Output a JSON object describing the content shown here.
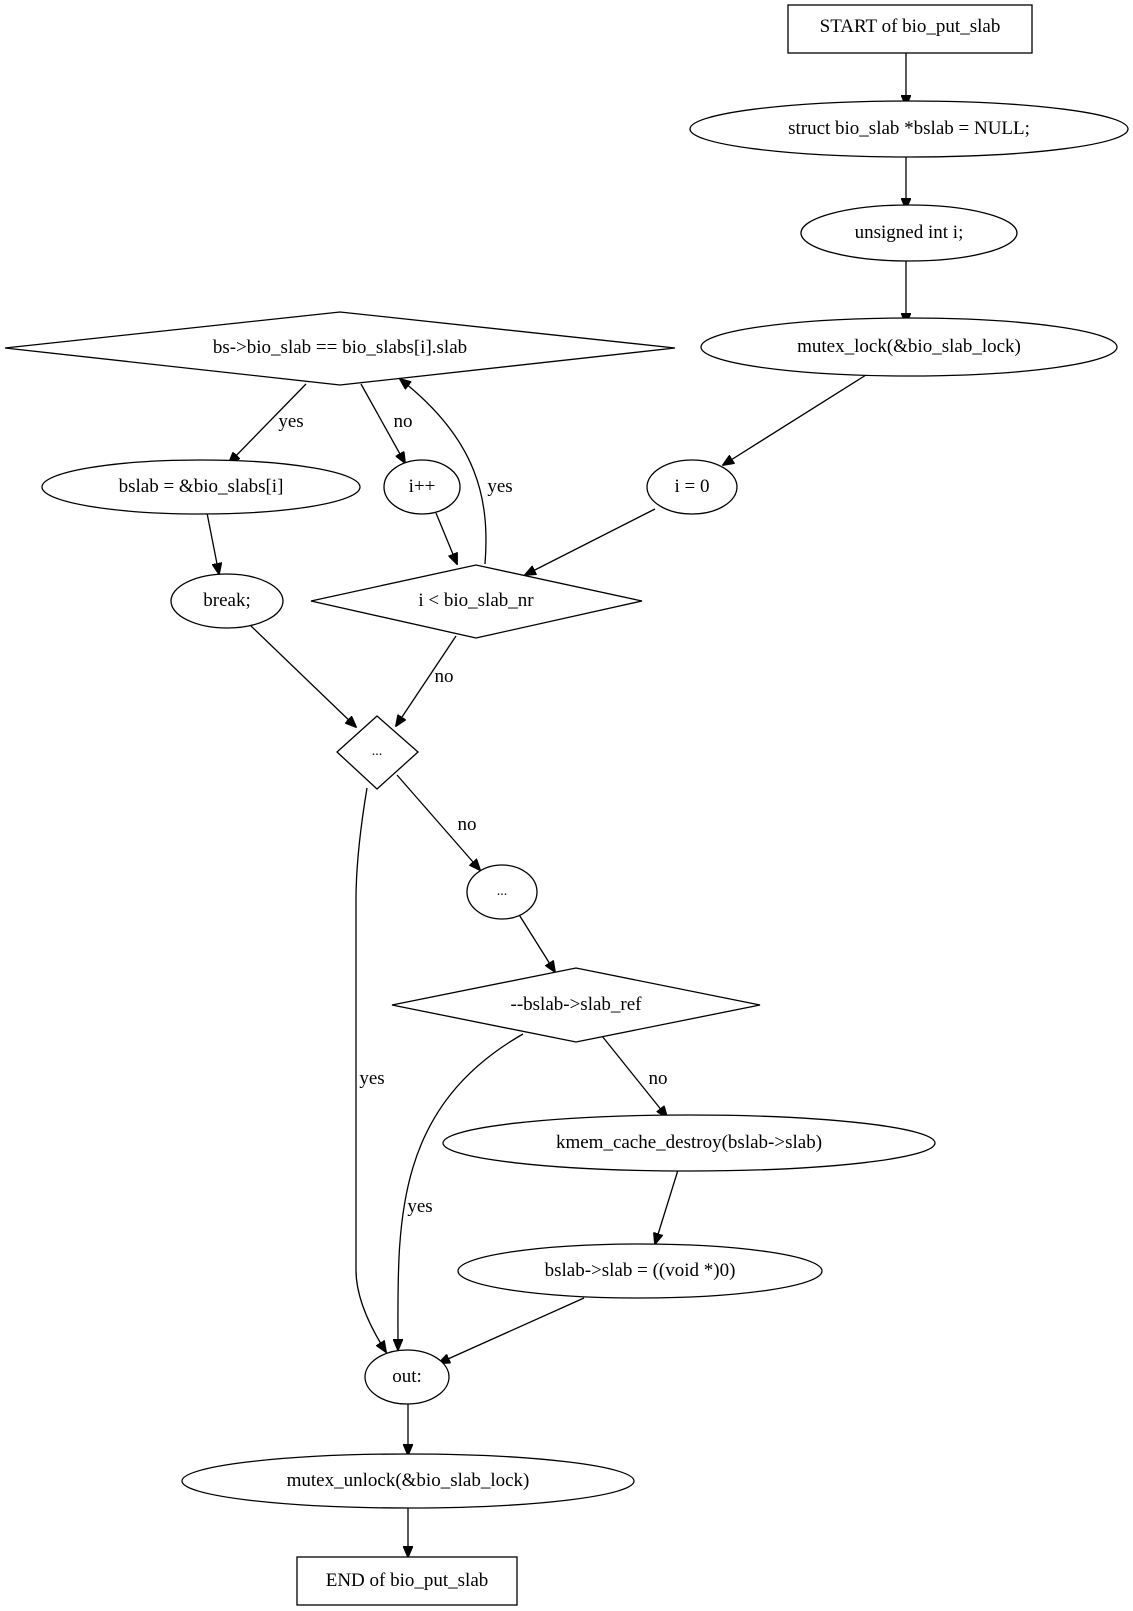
{
  "colors": {
    "mutex_lock_fill": "#add8e6",
    "mutex_unlock_fill": "#ffff00",
    "default_fill": "#ffffff"
  },
  "nodes": {
    "start": "START of bio_put_slab",
    "decl_bslab": "struct bio_slab *bslab = NULL;",
    "decl_i": "unsigned int i;",
    "mutex_lock": "mutex_lock(&bio_slab_lock)",
    "cond_match": "bs->bio_slab == bio_slabs[i].slab",
    "assign_bslab": "bslab = &bio_slabs[i]",
    "inc_i": "i++",
    "init_i": "i = 0",
    "break_stmt": "break;",
    "cond_loop": "i < bio_slab_nr",
    "cond_dots": "...",
    "stmt_dots": "...",
    "cond_ref": "--bslab->slab_ref",
    "kmem_destroy": "kmem_cache_destroy(bslab->slab)",
    "assign_null": "bslab->slab = ((void *)0)",
    "out_label": "out:",
    "mutex_unlock": "mutex_unlock(&bio_slab_lock)",
    "end": "END of bio_put_slab"
  },
  "edges": {
    "match_yes": "yes",
    "match_no": "no",
    "loop_yes": "yes",
    "loop_no": "no",
    "dots_no": "no",
    "dots_yes": "yes",
    "ref_no": "no",
    "ref_yes": "yes"
  }
}
